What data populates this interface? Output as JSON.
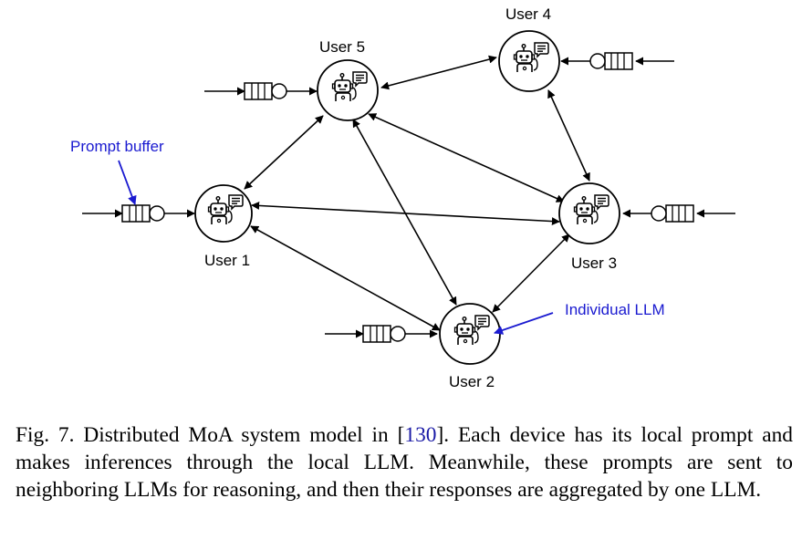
{
  "diagram": {
    "nodes": [
      {
        "id": "user5",
        "label": "User 5"
      },
      {
        "id": "user4",
        "label": "User 4"
      },
      {
        "id": "user1",
        "label": "User 1"
      },
      {
        "id": "user3",
        "label": "User 3"
      },
      {
        "id": "user2",
        "label": "User 2"
      }
    ],
    "edges": [
      [
        "user5",
        "user4"
      ],
      [
        "user5",
        "user1"
      ],
      [
        "user5",
        "user3"
      ],
      [
        "user5",
        "user2"
      ],
      [
        "user4",
        "user3"
      ],
      [
        "user1",
        "user3"
      ],
      [
        "user1",
        "user2"
      ],
      [
        "user3",
        "user2"
      ]
    ],
    "annotations": {
      "prompt_buffer": "Prompt buffer",
      "individual_llm": "Individual LLM"
    },
    "annotation_color": "#1a1ad0",
    "node_icon": "robot-chat-icon",
    "buffer_icon": "prompt-queue-icon"
  },
  "caption": {
    "prefix": "Fig. 7.  Distributed MoA system model in [",
    "ref": "130",
    "suffix": "]. Each device has its local prompt and makes inferences through the local LLM. Meanwhile, these prompts are sent to neighboring LLMs for reasoning, and then their responses are aggregated by one LLM."
  }
}
